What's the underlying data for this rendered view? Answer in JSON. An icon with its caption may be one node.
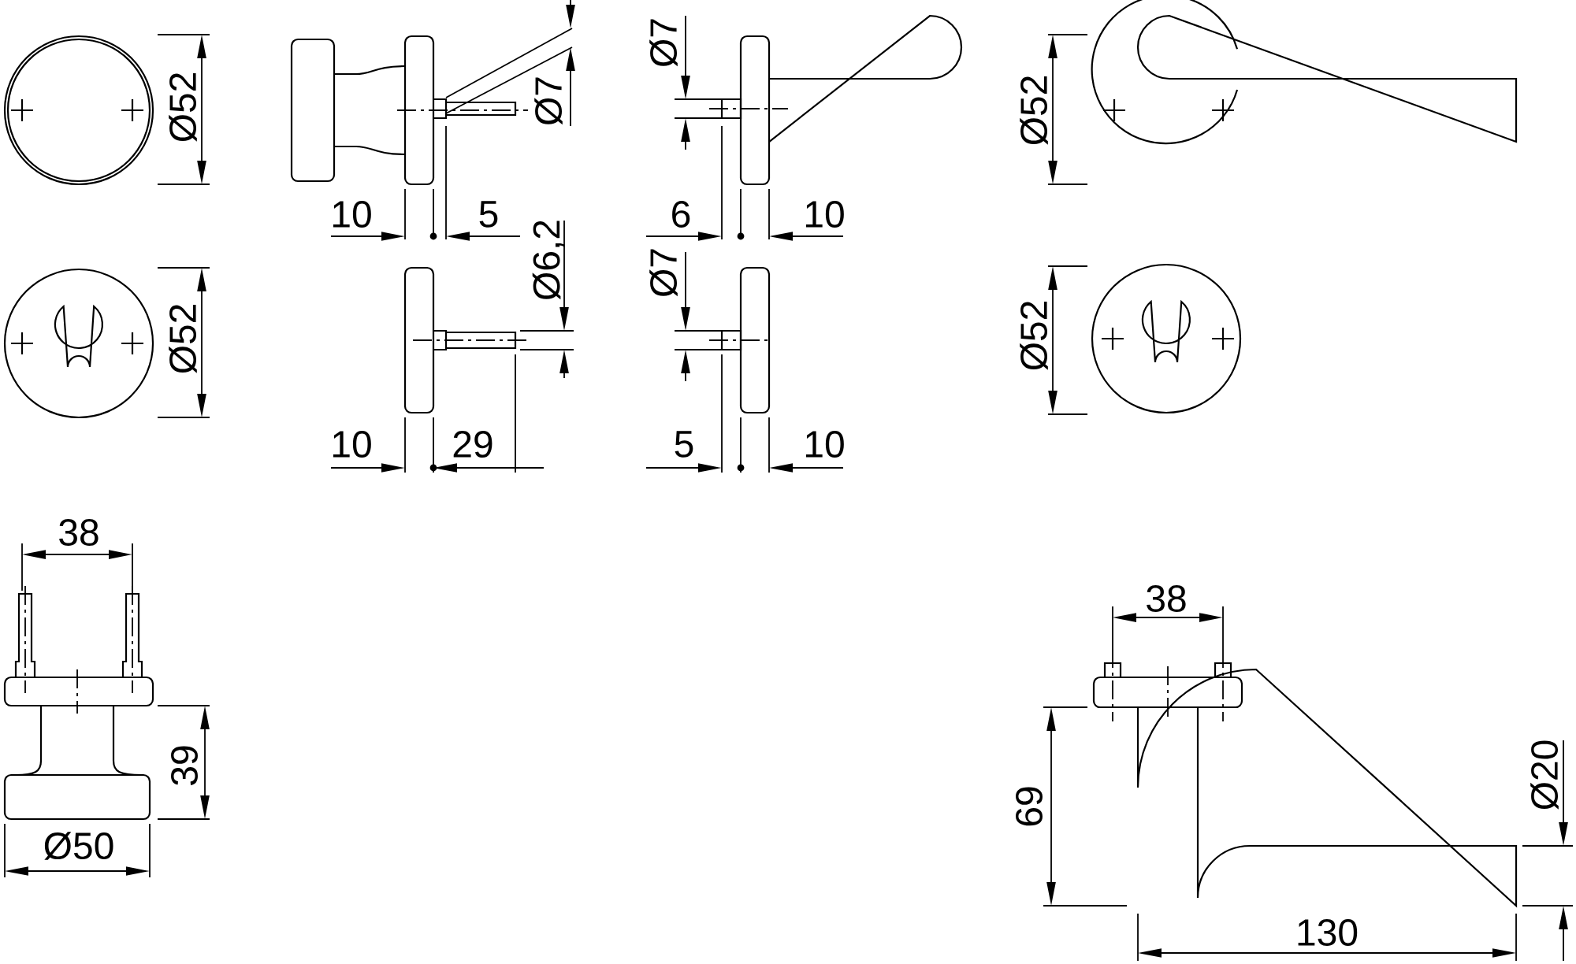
{
  "diagram": {
    "labels": [
      "Ø52",
      "Ø7",
      "Ø7",
      "Ø52",
      "10",
      "5",
      "6",
      "10",
      "Ø52",
      "Ø6,2",
      "Ø7",
      "Ø52",
      "10",
      "29",
      "5",
      "10",
      "38",
      "39",
      "Ø50",
      "38",
      "69",
      "Ø20",
      "130"
    ]
  }
}
